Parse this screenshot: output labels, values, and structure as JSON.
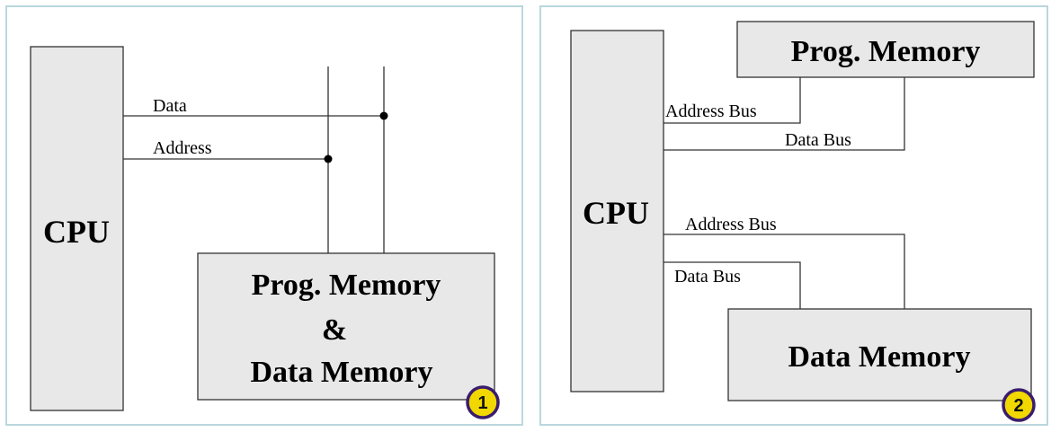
{
  "diagram1": {
    "cpu_label": "CPU",
    "data_line_label": "Data",
    "address_line_label": "Address",
    "memory_label_line1": "Prog. Memory",
    "memory_label_line2": "&",
    "memory_label_line3": "Data Memory",
    "badge": "1"
  },
  "diagram2": {
    "cpu_label": "CPU",
    "prog_memory_label": "Prog. Memory",
    "data_memory_label": "Data Memory",
    "prog_address_bus_label": "Address Bus",
    "prog_data_bus_label": "Data Bus",
    "dm_address_bus_label": "Address Bus",
    "dm_data_bus_label": "Data Bus",
    "badge": "2"
  },
  "colors": {
    "panel_border": "#b9d7de",
    "box_fill": "#e8e8e8",
    "badge_fill": "#f0d800",
    "badge_ring": "#3a1d6e"
  }
}
